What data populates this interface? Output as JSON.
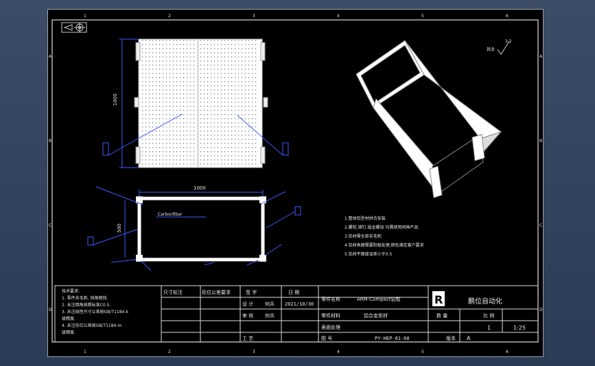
{
  "border": {
    "top_zones": [
      "1",
      "2",
      "3",
      "4",
      "5",
      "6"
    ],
    "bottom_zones": [
      "1",
      "2",
      "3",
      "4",
      "5",
      "6"
    ],
    "left_rows": [
      "A",
      "B",
      "C",
      "D"
    ],
    "right_rows": [
      "A",
      "B",
      "C",
      "D"
    ]
  },
  "views": {
    "front_height_dim": "1000",
    "plan_width_dim": "1000",
    "plan_height_dim": "500",
    "plan_center_label": "Carbonfiber",
    "surface_symbol": "3.2",
    "surface_remark": "其余"
  },
  "notes": [
    "1.整体铝型材拼合安装",
    "2.螺栓,铆钉,钣金螺母 均需使用同种产品",
    "3.铝材需全部去毛刺",
    "4.铝材表面需要阳极处理,颜色满足客户要求",
    "5.铝材平面度误差小于0.5"
  ],
  "tech_req": {
    "title": "技术要求:",
    "items": [
      "1. 零件去毛刺, 锐角倒钝.",
      "2. 未注倒角按照标准C0.5.",
      "3. 未注线性尺寸公差按GB/T1184-k",
      "   级精度.",
      "4. 未注形位公差按GB/T1184-m",
      "   级精度."
    ]
  },
  "title_block": {
    "col_size": "尺寸标注",
    "col_tolerance": "形位公差要求",
    "col_sign": "签 字",
    "col_date": "日 期",
    "designer_label": "设 计",
    "designer": "何兵",
    "date": "2021/10/30",
    "checker_label": "审 核",
    "checker": "何兵",
    "process_label": "工 艺",
    "part_name_label": "零件名称",
    "part_name": "ARM-Compact铝框",
    "material_label": "零件材料",
    "material": "铝合金型材",
    "surface_label": "表面处理",
    "drawing_no_label": "图 号",
    "drawing_no": "PY-HEP-01-60",
    "version_label": "版本",
    "version": "A",
    "quantity_label": "数 量",
    "scale_label": "比 例",
    "quantity": "1",
    "scale": "1:25",
    "company": "鹏位自动化"
  }
}
